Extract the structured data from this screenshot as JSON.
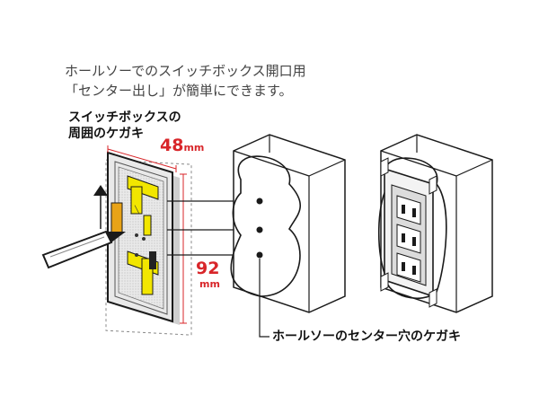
{
  "caption": {
    "line1": "ホールソーでのスイッチボックス開口用",
    "line2": "「センター出し」が簡単にできます。"
  },
  "kegaki_label": {
    "line1": "スイッチボックスの",
    "line2": "周囲のケガキ"
  },
  "dimensions": {
    "width_value": "48",
    "width_unit": "mm",
    "height_value": "92",
    "height_unit": "mm"
  },
  "center_label": "ホールソーのセンター穴のケガキ",
  "colors": {
    "dimension": "#d8262a",
    "guide_yellow": "#f2e600",
    "tape_orange": "#e8a317",
    "outline": "#1a1a1a"
  }
}
